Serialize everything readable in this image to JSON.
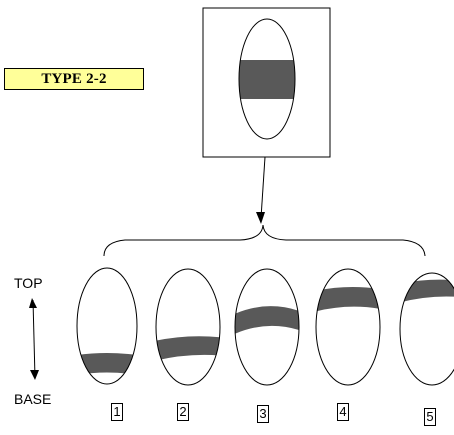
{
  "type_label": "TYPE 2-2",
  "axis": {
    "top_label": "TOP",
    "base_label": "BASE"
  },
  "stages": [
    {
      "number": "1"
    },
    {
      "number": "2"
    },
    {
      "number": "3"
    },
    {
      "number": "4"
    },
    {
      "number": "5"
    }
  ],
  "colors": {
    "band_fill": "#595959",
    "label_bg": "#ffff99",
    "outline": "#000000"
  }
}
